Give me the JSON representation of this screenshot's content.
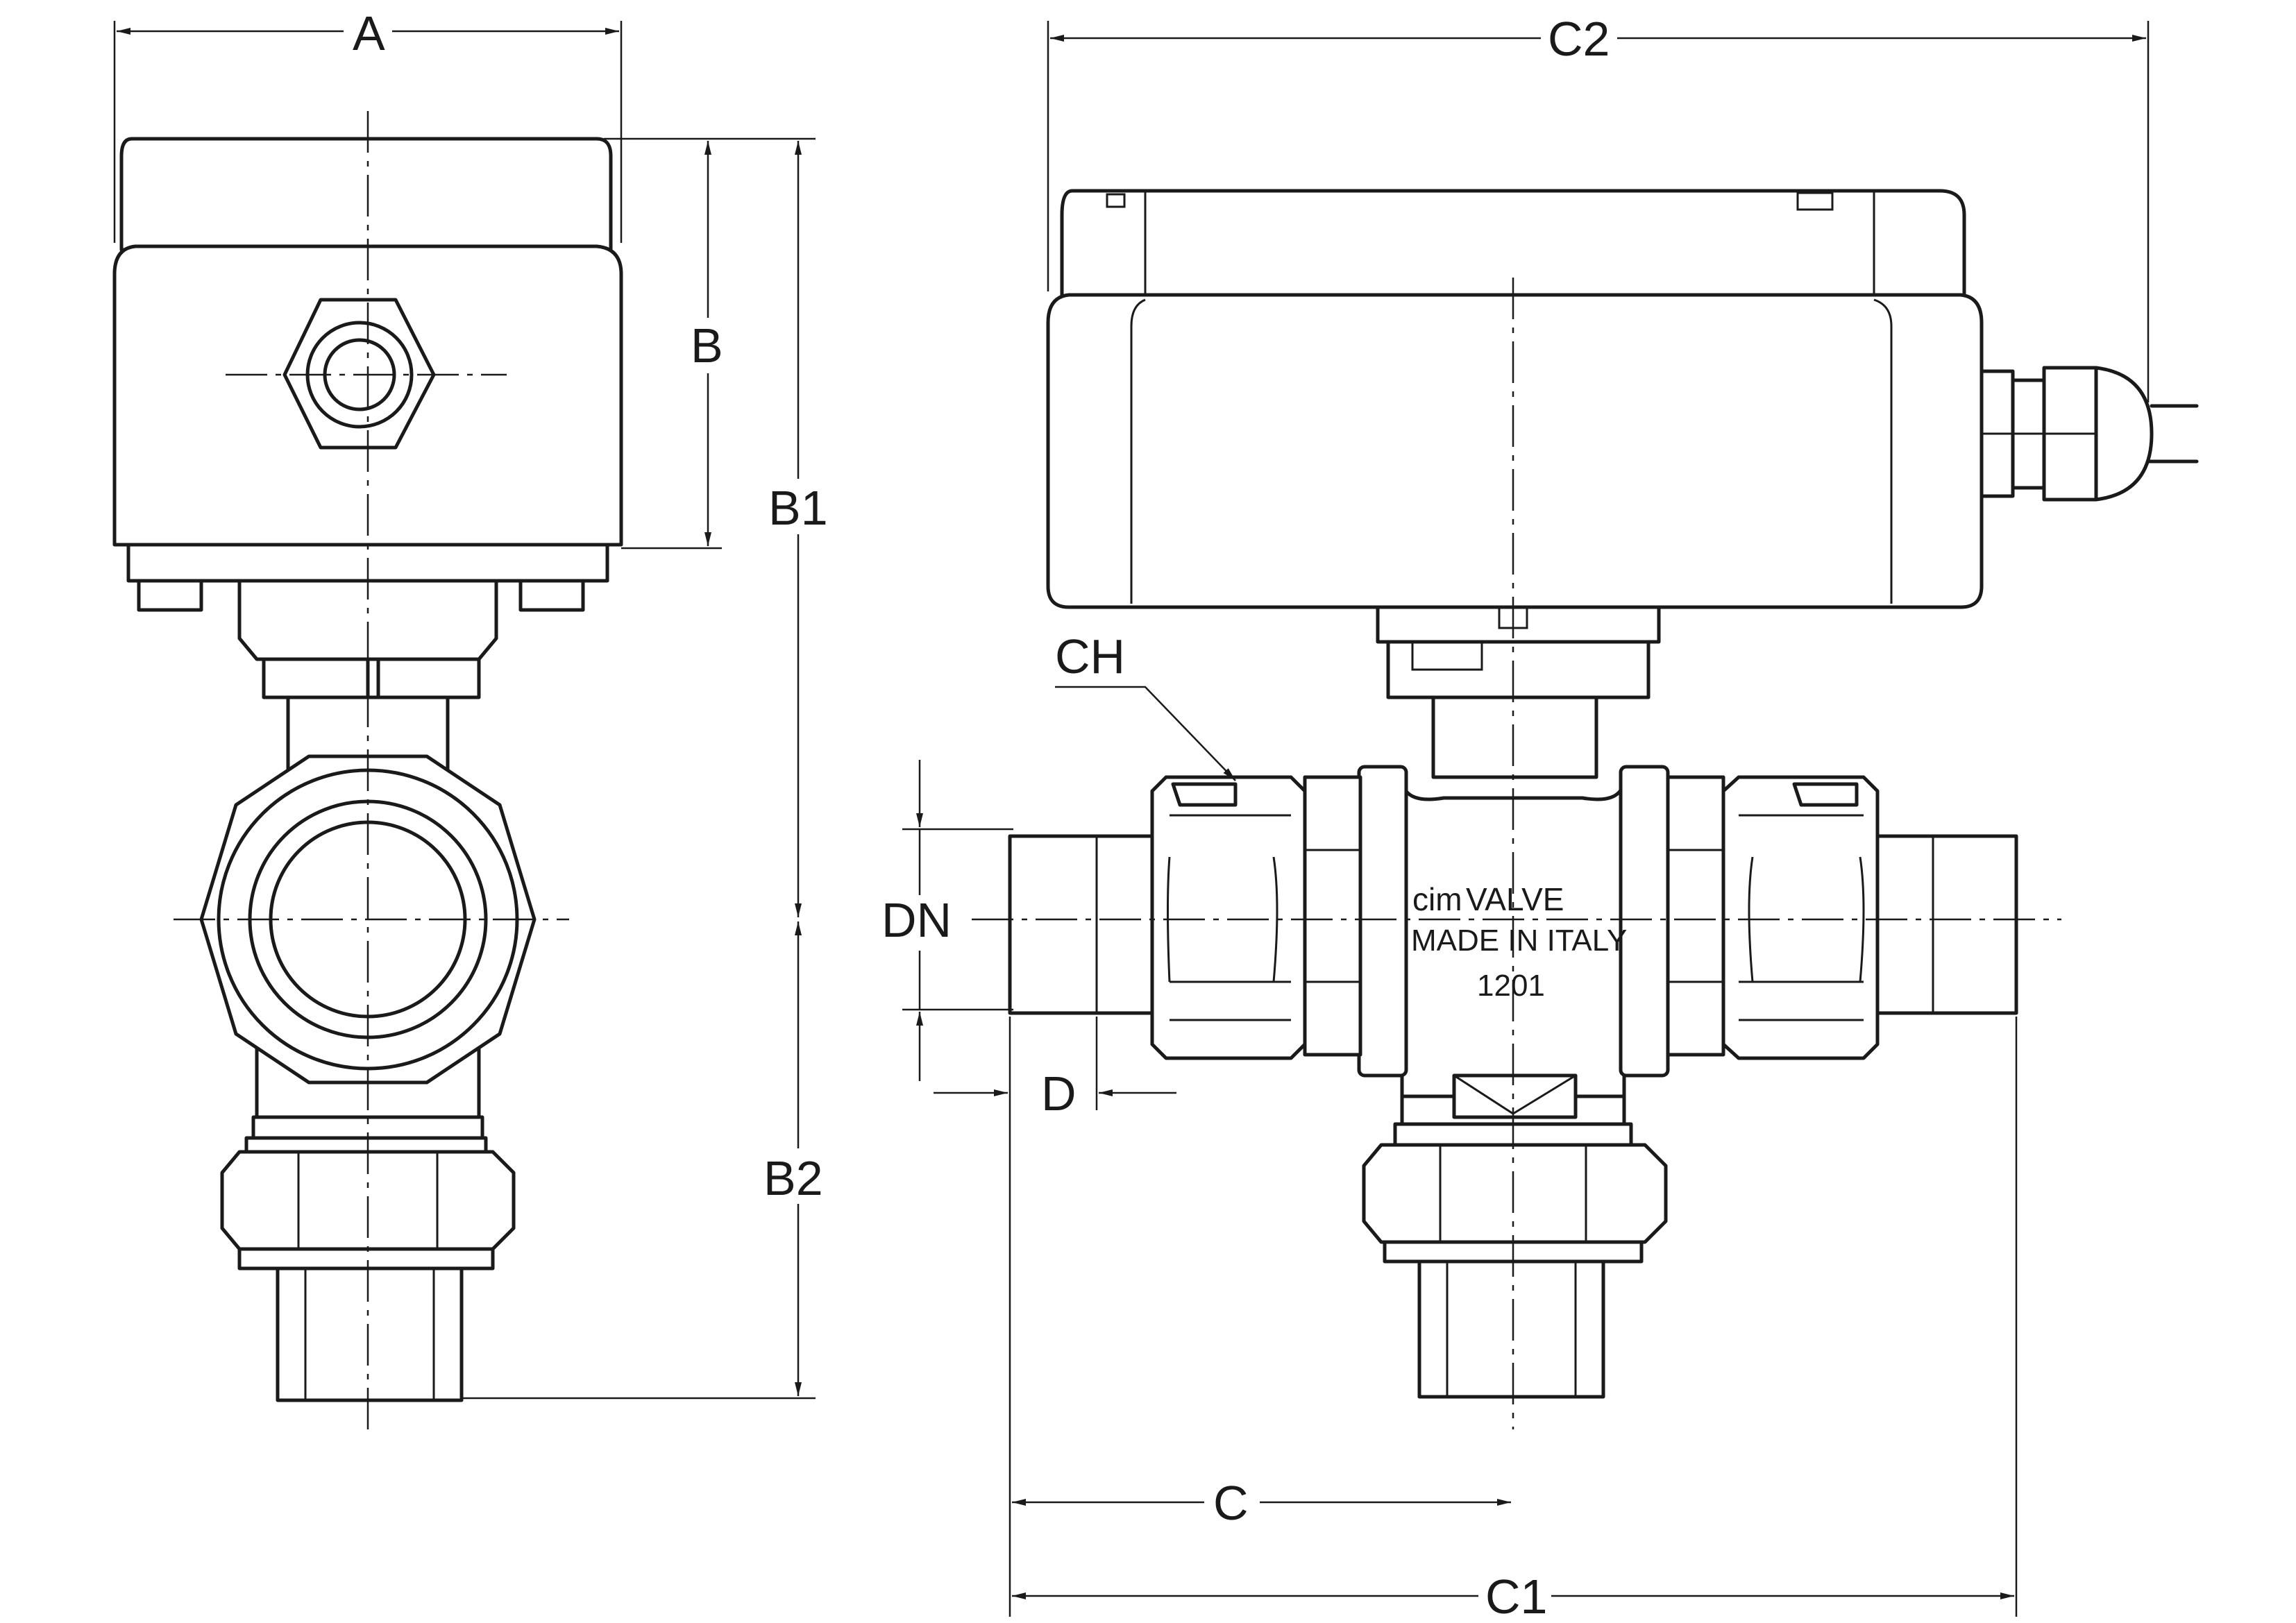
{
  "dimension_labels": {
    "a": "A",
    "b": "B",
    "b1": "B1",
    "b2": "B2",
    "c": "C",
    "c1": "C1",
    "c2": "C2",
    "ch": "CH",
    "dn": "DN",
    "d": "D"
  },
  "body_marking": {
    "brand": "cim",
    "brand_suffix": "VALVE",
    "origin": "MADE IN ITALY",
    "code": "1201"
  },
  "colors": {
    "line": "#1a1a1a",
    "background": "#ffffff"
  }
}
